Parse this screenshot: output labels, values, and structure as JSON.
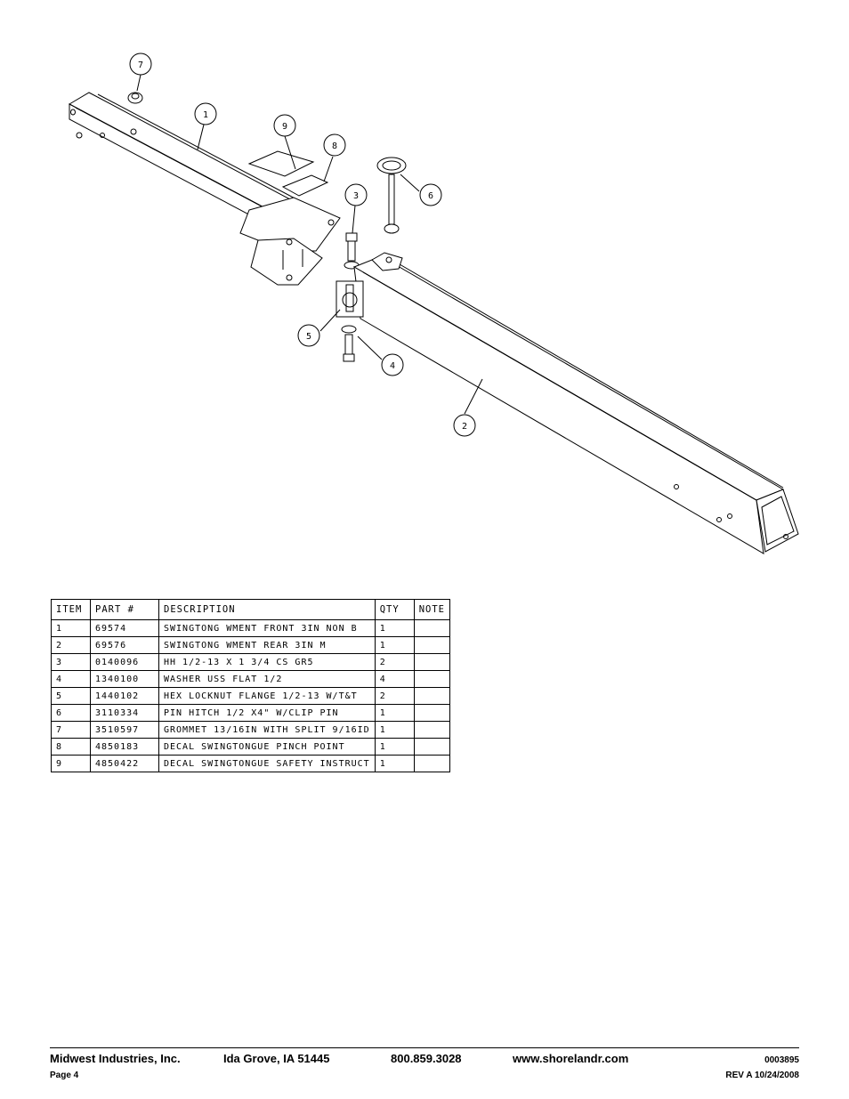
{
  "callouts": [
    "7",
    "1",
    "9",
    "8",
    "3",
    "6",
    "5",
    "4",
    "2"
  ],
  "parts_table": {
    "headers": [
      "ITEM",
      "PART #",
      "DESCRIPTION",
      "QTY",
      "NOTE"
    ],
    "rows": [
      {
        "item": "1",
        "part": "69574",
        "description": "SWINGTONG WMENT FRONT 3IN NON B",
        "qty": "1",
        "note": ""
      },
      {
        "item": "2",
        "part": "69576",
        "description": "SWINGTONG WMENT REAR 3IN M",
        "qty": "1",
        "note": ""
      },
      {
        "item": "3",
        "part": "0140096",
        "description": "HH 1/2-13 X 1 3/4 CS GR5",
        "qty": "2",
        "note": ""
      },
      {
        "item": "4",
        "part": "1340100",
        "description": "WASHER USS FLAT 1/2",
        "qty": "4",
        "note": ""
      },
      {
        "item": "5",
        "part": "1440102",
        "description": "HEX LOCKNUT FLANGE 1/2-13 W/T&T",
        "qty": "2",
        "note": ""
      },
      {
        "item": "6",
        "part": "3110334",
        "description": "PIN HITCH 1/2 X4\" W/CLIP PIN",
        "qty": "1",
        "note": ""
      },
      {
        "item": "7",
        "part": "3510597",
        "description": "GROMMET 13/16IN  WITH SPLIT 9/16ID",
        "qty": "1",
        "note": ""
      },
      {
        "item": "8",
        "part": "4850183",
        "description": "DECAL SWINGTONGUE PINCH POINT",
        "qty": "1",
        "note": ""
      },
      {
        "item": "9",
        "part": "4850422",
        "description": "DECAL SWINGTONGUE SAFETY INSTRUCT",
        "qty": "1",
        "note": ""
      }
    ]
  },
  "footer": {
    "company": "Midwest Industries, Inc.",
    "location": "Ida Grove, IA  51445",
    "phone": "800.859.3028",
    "website": "www.shorelandr.com",
    "doc_number": "0003895",
    "page": "Page 4",
    "revision": "REV A  10/24/2008"
  }
}
